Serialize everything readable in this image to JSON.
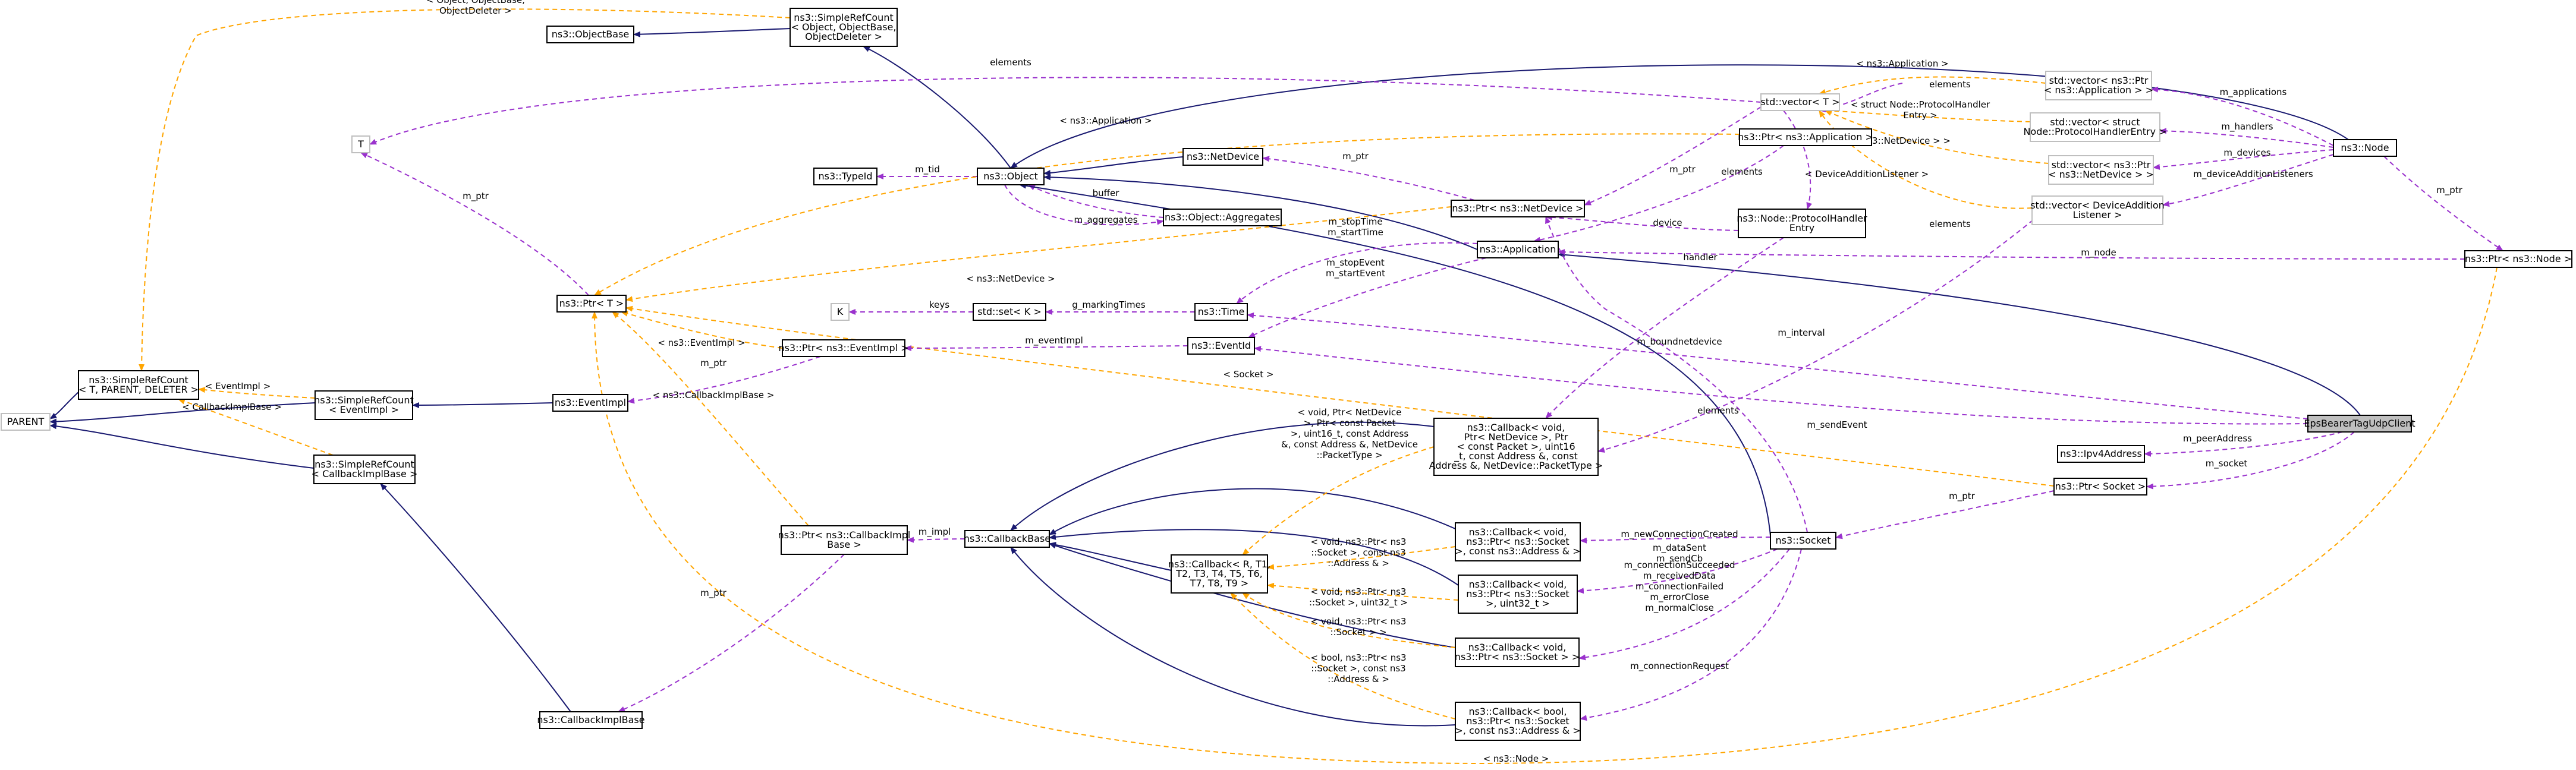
{
  "nodes": {
    "focus": [
      "EpsBearerTagUdpClient"
    ],
    "parent": [
      "PARENT"
    ],
    "t": [
      "T"
    ],
    "k": [
      "K"
    ],
    "srcDeleter": [
      "ns3::SimpleRefCount",
      "< T, PARENT, DELETER >"
    ],
    "srcEventImpl": [
      "ns3::SimpleRefCount",
      "< EventImpl >"
    ],
    "srcCallbackImpl": [
      "ns3::SimpleRefCount",
      "< CallbackImplBase >"
    ],
    "srcObject": [
      "ns3::SimpleRefCount",
      "< Object, ObjectBase,",
      "ObjectDeleter >"
    ],
    "objectBase": [
      "ns3::ObjectBase"
    ],
    "typeId": [
      "ns3::TypeId"
    ],
    "object": [
      "ns3::Object"
    ],
    "netDevice": [
      "ns3::NetDevice"
    ],
    "aggregates": [
      "ns3::Object::Aggregates"
    ],
    "ptrT": [
      "ns3::Ptr< T >"
    ],
    "eventImpl": [
      "ns3::EventImpl"
    ],
    "ptrEventImpl": [
      "ns3::Ptr< ns3::EventImpl >"
    ],
    "setK": [
      "std::set< K >"
    ],
    "time": [
      "ns3::Time"
    ],
    "eventId": [
      "ns3::EventId"
    ],
    "application": [
      "ns3::Application"
    ],
    "ptrNetDevice": [
      "ns3::Ptr< ns3::NetDevice >"
    ],
    "ptrApplication": [
      "ns3::Ptr< ns3::Application >"
    ],
    "protocolHandlerEntry": [
      "ns3::Node::ProtocolHandler",
      "Entry"
    ],
    "vectorT": [
      "std::vector< T >"
    ],
    "vecApplication": [
      "std::vector< ns3::Ptr",
      "< ns3::Application > >"
    ],
    "vecProtocol": [
      "std::vector< struct",
      "Node::ProtocolHandlerEntry >"
    ],
    "vecNetDevice": [
      "std::vector< ns3::Ptr",
      "< ns3::NetDevice > >"
    ],
    "vecListener": [
      "std::vector< DeviceAddition",
      "Listener >"
    ],
    "node": [
      "ns3::Node"
    ],
    "ptrNode": [
      "ns3::Ptr< ns3::Node >"
    ],
    "ipv4Address": [
      "ns3::Ipv4Address"
    ],
    "ptrSocket": [
      "ns3::Ptr< Socket >"
    ],
    "socket": [
      "ns3::Socket"
    ],
    "callbackImplBase": [
      "ns3::CallbackImplBase"
    ],
    "ptrCallbackImpl": [
      "ns3::Ptr< ns3::CallbackImpl",
      "Base >"
    ],
    "callbackBase": [
      "ns3::CallbackBase"
    ],
    "callbackGeneric": [
      "ns3::Callback< R, T1,",
      "T2, T3, T4, T5, T6,",
      "T7, T8, T9 >"
    ],
    "cbNetDevice": [
      "ns3::Callback< void,",
      "Ptr< NetDevice >, Ptr",
      "< const Packet >, uint16",
      "_t, const Address &, const",
      "Address &, NetDevice::PacketType >"
    ],
    "cbSocketAddress": [
      "ns3::Callback< void,",
      "ns3::Ptr< ns3::Socket",
      ">, const ns3::Address & >"
    ],
    "cbSocketUint": [
      "ns3::Callback< void,",
      "ns3::Ptr< ns3::Socket",
      ">, uint32_t >"
    ],
    "cbSocket": [
      "ns3::Callback< void,",
      "ns3::Ptr< ns3::Socket > >"
    ],
    "cbBool": [
      "ns3::Callback< bool,",
      "ns3::Ptr< ns3::Socket",
      ">, const ns3::Address & >"
    ]
  },
  "edge_labels": {
    "tplSrcObject": [
      "< Object, ObjectBase,",
      "ObjectDeleter >"
    ],
    "elements1": [
      "elements"
    ],
    "tplApplication1": [
      "< ns3::Application >"
    ],
    "tplApplication2": [
      "< ns3::Application >"
    ],
    "elements2": [
      "elements"
    ],
    "structNode": [
      "< struct Node::ProtocolHandler",
      "Entry >"
    ],
    "tplNetDevice1": [
      "< ns3::Ptr< ns3::NetDevice > >"
    ],
    "tplListener": [
      "< DeviceAdditionListener >"
    ],
    "elements3": [
      "elements"
    ],
    "elements4": [
      "elements"
    ],
    "mApplications": [
      "m_applications"
    ],
    "mHandlers": [
      "m_handlers"
    ],
    "mDevices": [
      "m_devices"
    ],
    "mListeners": [
      "m_deviceAdditionListeners"
    ],
    "mPtrNode": [
      "m_ptr"
    ],
    "mPtrApp": [
      "m_ptr"
    ],
    "mPtrNd": [
      "m_ptr"
    ],
    "mTid": [
      "m_tid"
    ],
    "buffer": [
      "buffer"
    ],
    "mAggregates": [
      "m_aggregates"
    ],
    "device": [
      "device"
    ],
    "handler": [
      "handler"
    ],
    "mNode": [
      "m_node"
    ],
    "stopStartTime": [
      "m_stopTime",
      "m_startTime"
    ],
    "stopStartEvent": [
      "m_stopEvent",
      "m_startEvent"
    ],
    "mPtrT": [
      "m_ptr"
    ],
    "tplNetDevice2": [
      "< ns3::NetDevice >"
    ],
    "keys": [
      "keys"
    ],
    "markingTimes": [
      "g_markingTimes"
    ],
    "tplEventImpl1": [
      "< ns3::EventImpl >"
    ],
    "mPtrEv": [
      "m_ptr"
    ],
    "mEventImpl": [
      "m_eventImpl"
    ],
    "tplEventImpl2": [
      "< EventImpl >"
    ],
    "tplCallbackImplBase1": [
      "< CallbackImplBase >"
    ],
    "tplCallbackImplBase2": [
      "< ns3::CallbackImplBase >"
    ],
    "mBoundNetDevice": [
      "m_boundnetdevice"
    ],
    "mInterval": [
      "m_interval"
    ],
    "tplSocket": [
      "< Socket >"
    ],
    "elements5": [
      "elements"
    ],
    "mSendEvent": [
      "m_sendEvent"
    ],
    "mPeerAddress": [
      "m_peerAddress"
    ],
    "mSocket": [
      "m_socket"
    ],
    "mPtrSock": [
      "m_ptr"
    ],
    "tplCbNetDevice": [
      "< void, Ptr< NetDevice",
      ">, Ptr< const Packet",
      ">, uint16_t, const Address",
      "&, const Address &, NetDevice",
      "::PacketType >"
    ],
    "mImpl": [
      "m_impl"
    ],
    "mPtrCb": [
      "m_ptr"
    ],
    "newConnection": [
      "m_newConnectionCreated"
    ],
    "dataSent": [
      "m_dataSent",
      "m_sendCb"
    ],
    "connSucceeded": [
      "m_connectionSucceeded",
      "m_receivedData",
      "m_connectionFailed",
      "m_errorClose",
      "m_normalClose"
    ],
    "connRequest": [
      "m_connectionRequest"
    ],
    "tplSocketAddress": [
      "< void, ns3::Ptr< ns3",
      "::Socket >, const ns3",
      "::Address & >"
    ],
    "tplSocketUint": [
      "< void, ns3::Ptr< ns3",
      "::Socket >, uint32_t >"
    ],
    "tplSocket2": [
      "< void, ns3::Ptr< ns3",
      "::Socket > >"
    ],
    "tplBool": [
      "< bool, ns3::Ptr< ns3",
      "::Socket >, const ns3",
      "::Address & >"
    ],
    "tplNode": [
      "< ns3::Node >"
    ]
  },
  "colors": {
    "inheritance": "#191970",
    "usage": "#9a32cd",
    "template": "#ffa500",
    "focus_fill": "#bfbfbf",
    "grey_border": "#bfbfbf"
  }
}
